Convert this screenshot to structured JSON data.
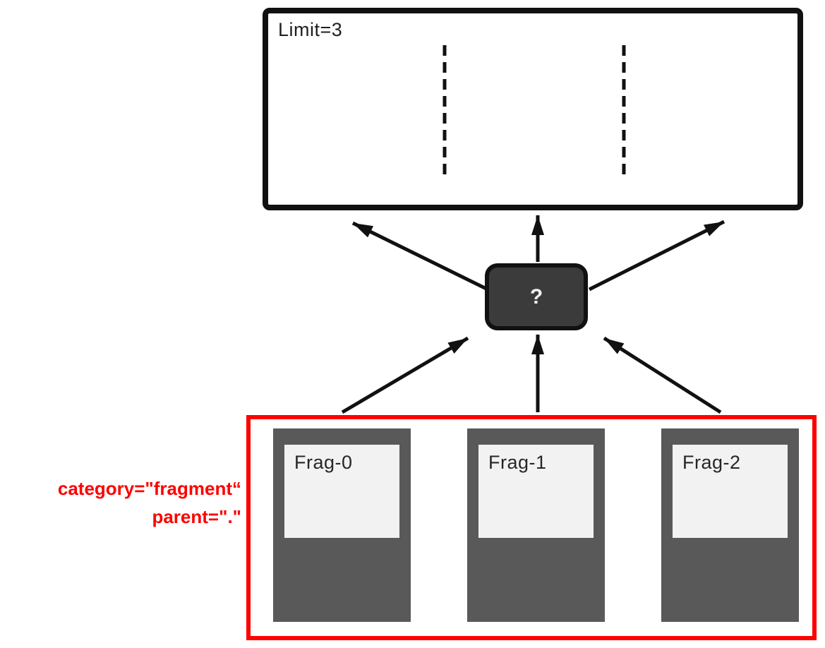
{
  "colors": {
    "ink": "#111111",
    "red": "#fe0000",
    "node-fill": "#3b3b3b",
    "frag-fill": "#595959",
    "frag-inner": "#f2f2f2",
    "label-ink": "#1f1f1f"
  },
  "top_box": {
    "label": "Limit=3",
    "slots": 3
  },
  "merge_node": {
    "label": "?"
  },
  "fragment_group": {
    "annotation": {
      "line1": "category=\"fragment“",
      "line2": "parent=\".\""
    },
    "items": [
      {
        "label": "Frag-0"
      },
      {
        "label": "Frag-1"
      },
      {
        "label": "Frag-2"
      }
    ]
  }
}
